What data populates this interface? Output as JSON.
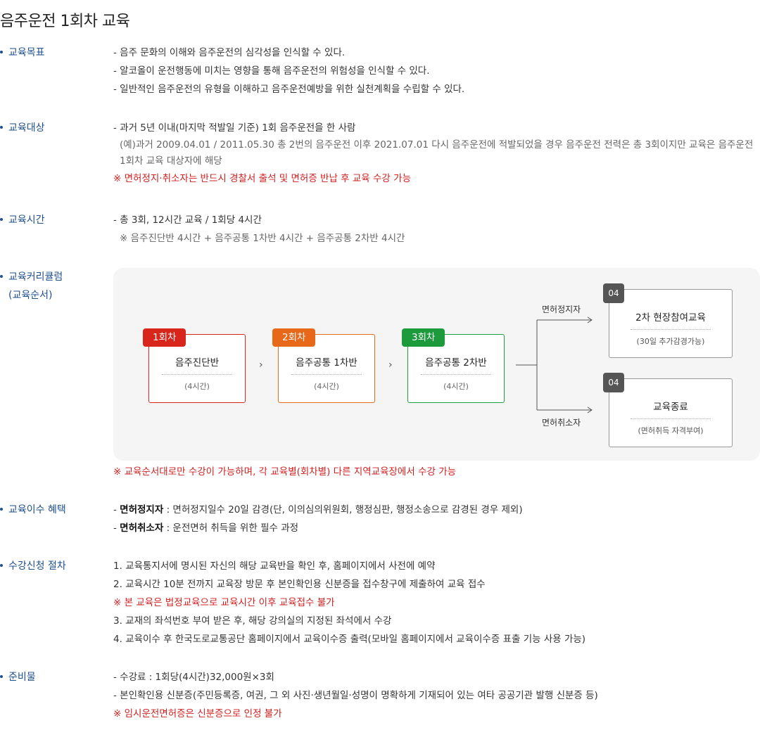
{
  "title": "음주운전 1회차 교육",
  "sections": {
    "goal": {
      "label": "교육목표",
      "lines": [
        "- 음주 문화의 이해와 음주운전의 심각성을 인식할 수 있다.",
        "- 알코올이 운전행동에 미치는 영향을 통해 음주운전의 위험성을 인식할 수 있다.",
        "- 일반적인 음주운전의 유형을 이해하고 음주운전예방을 위한 실천계획을 수립할 수 있다."
      ]
    },
    "target": {
      "label": "교육대상",
      "line1": "- 과거 5년 이내(마지막 적발일 기준) 1회 음주운전을 한 사람",
      "example": "(예)과거 2009.04.01 / 2011.05.30 총 2번의 음주운전 이후 2021.07.01 다시 음주운전에 적발되었을 경우 음주운전 전력은 총 3회이지만 교육은 음주운전 1회차 교육 대상자에 해당",
      "warning": "※ 면허정지·취소자는 반드시 경찰서 출석 및 면허증 반납 후 교육 수강 가능"
    },
    "time": {
      "label": "교육시간",
      "line1": "- 총 3회, 12시간 교육 / 1회당 4시간",
      "note": "※ 음주진단반 4시간 + 음주공통 1차반 4시간 + 음주공통 2차반 4시간"
    },
    "curriculum": {
      "label": "교육커리큘럼",
      "label2": "(교육순서)",
      "steps": [
        {
          "badge": "1회차",
          "title": "음주진단반",
          "note": "(4시간)",
          "color": "#d9261c"
        },
        {
          "badge": "2회차",
          "title": "음주공통 1차반",
          "note": "(4시간)",
          "color": "#e8681a"
        },
        {
          "badge": "3회차",
          "title": "음주공통 2차반",
          "note": "(4시간)",
          "color": "#1d9a3c"
        }
      ],
      "branch_top": "면허정지자",
      "branch_bottom": "면허취소자",
      "results": [
        {
          "num": "04",
          "title": "2차 현장참여교육",
          "note": "(30일 추가감경가능)"
        },
        {
          "num": "04",
          "title": "교육종료",
          "note": "(면허취득 자격부여)"
        }
      ],
      "warning": "※ 교육순서대로만 수강이 가능하며, 각 교육별(회차별) 다른 지역교육장에서 수강 가능"
    },
    "benefit": {
      "label": "교육이수 혜택",
      "line1_strong": "면허정지자",
      "line1_rest": " : 면허정지일수 20일 감경(단, 이의심의위원회, 행정심판, 행정소송으로 감경된 경우 제외)",
      "line2_strong": "면허취소자",
      "line2_rest": " : 운전면허 취득을 위한 필수 과정"
    },
    "procedure": {
      "label": "수강신청 절차",
      "step1": "1. 교육통지서에 명시된 자신의 해당 교육반을 확인 후, 홈페이지에서 사전에 예약",
      "step2": "2. 교육시간 10분 전까지 교육장 방문 후 본인확인용 신분증을 접수창구에 제출하여 교육 접수",
      "warning": "※ 본 교육은 법정교육으로 교육시간 이후 교육접수 불가",
      "step3": "3. 교재의 좌석번호 부여 받은 후, 해당 강의실의 지정된 좌석에서 수강",
      "step4": "4. 교육이수 후 한국도로교통공단 홈페이지에서 교육이수증 출력(모바일 홈페이지에서 교육이수증 표출 기능 사용 가능)"
    },
    "supplies": {
      "label": "준비물",
      "line1": "- 수강료 : 1회당(4시간)32,000원×3회",
      "line2": "- 본인확인용 신분증(주민등록증, 여권, 그 외 사진·생년월일·성명이 명확하게 기재되어 있는 여타 공공기관 발행 신분증 등)",
      "warning": "※ 임시운전면허증은 신분증으로 인정 불가"
    }
  }
}
